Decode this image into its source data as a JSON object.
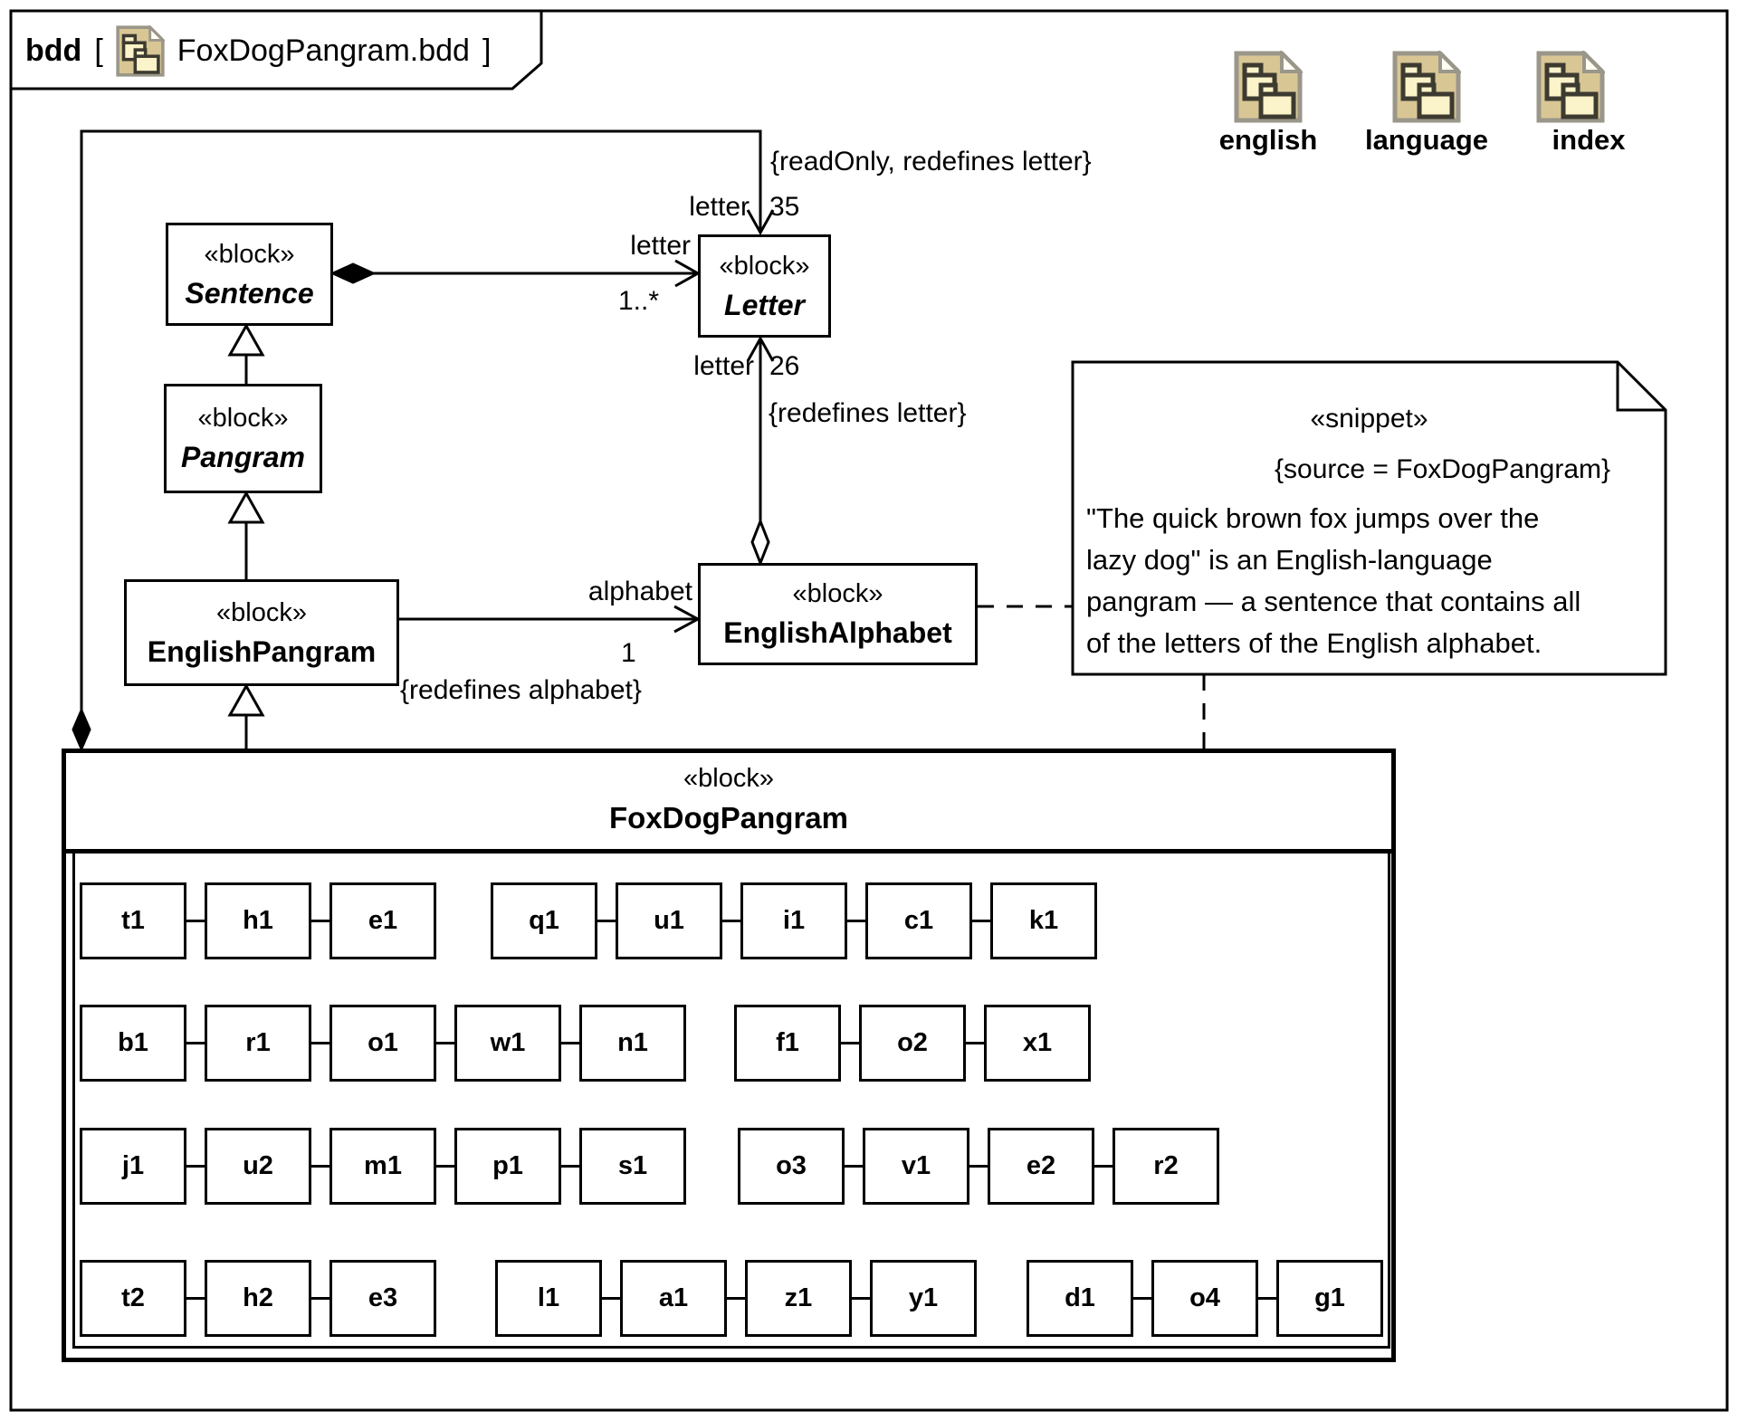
{
  "frame": {
    "keyword": "bdd",
    "open_bracket": "[",
    "diagram_name": "FoxDogPangram.bdd",
    "close_bracket": "]"
  },
  "palette": {
    "items": [
      {
        "label": "english"
      },
      {
        "label": "language"
      },
      {
        "label": "index"
      }
    ]
  },
  "blocks": {
    "sentence": {
      "stereotype": "«block»",
      "name": "Sentence"
    },
    "pangram": {
      "stereotype": "«block»",
      "name": "Pangram"
    },
    "english_pangram": {
      "stereotype": "«block»",
      "name": "EnglishPangram"
    },
    "letter": {
      "stereotype": "«block»",
      "name": "Letter"
    },
    "english_alphabet": {
      "stereotype": "«block»",
      "name": "EnglishAlphabet"
    },
    "fox_dog_pangram": {
      "stereotype": "«block»",
      "name": "FoxDogPangram"
    }
  },
  "edges": {
    "readonly_constraint": "{readOnly, redefines letter}",
    "letter35": {
      "role": "letter",
      "mult": "35"
    },
    "composition": {
      "role": "letter",
      "mult": "1..*"
    },
    "letter26": {
      "role": "letter",
      "mult": "26"
    },
    "redefines_letter": "{redefines letter}",
    "alphabet": {
      "role": "alphabet",
      "mult": "1"
    },
    "redefines_alphabet": "{redefines alphabet}"
  },
  "note": {
    "stereotype": "«snippet»",
    "source": "{source = FoxDogPangram}",
    "body": "\"The quick brown fox jumps over the\nlazy dog\" is an English-language\npangram — a sentence that contains all\nof the letters of the English alphabet."
  },
  "parts": {
    "row1": {
      "w1": [
        "t1",
        "h1",
        "e1"
      ],
      "w2": [
        "q1",
        "u1",
        "i1",
        "c1",
        "k1"
      ]
    },
    "row2": {
      "w1": [
        "b1",
        "r1",
        "o1",
        "w1",
        "n1"
      ],
      "w2": [
        "f1",
        "o2",
        "x1"
      ]
    },
    "row3": {
      "w1": [
        "j1",
        "u2",
        "m1",
        "p1",
        "s1"
      ],
      "w2": [
        "o3",
        "v1",
        "e2",
        "r2"
      ]
    },
    "row4": {
      "w1": [
        "t2",
        "h2",
        "e3"
      ],
      "w2": [
        "l1",
        "a1",
        "z1",
        "y1"
      ],
      "w3": [
        "d1",
        "o4",
        "g1"
      ]
    }
  }
}
